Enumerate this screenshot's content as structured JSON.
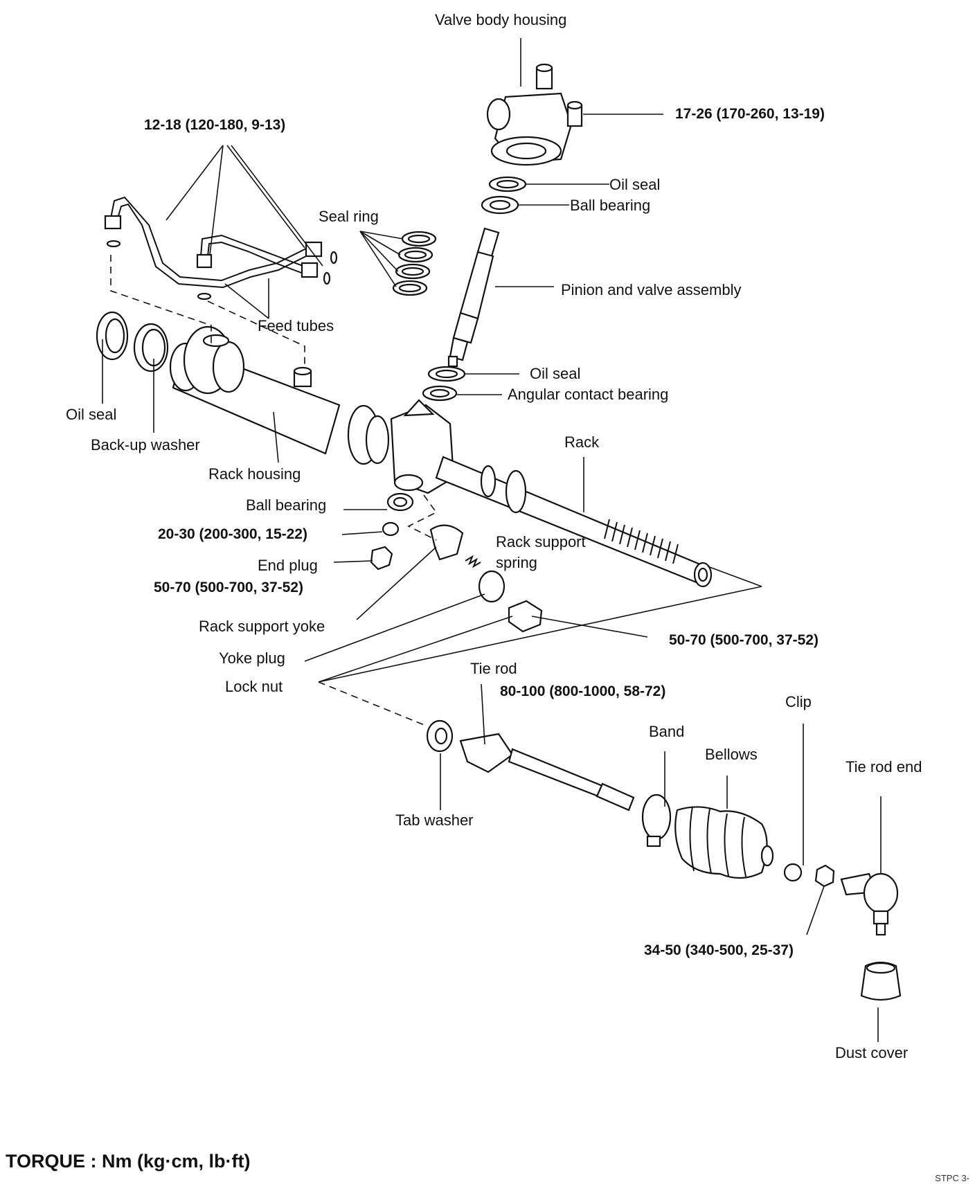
{
  "diagram": {
    "labels": {
      "valve_body_housing": "Valve body housing",
      "torque_valve_bolt": "17-26 (170-260, 13-19)",
      "torque_feed_tubes": "12-18 (120-180, 9-13)",
      "oil_seal_upper": "Oil seal",
      "ball_bearing_upper": "Ball bearing",
      "seal_ring": "Seal ring",
      "pinion_valve_assembly": "Pinion and valve assembly",
      "feed_tubes": "Feed tubes",
      "oil_seal_pinion": "Oil seal",
      "angular_contact_bearing": "Angular contact bearing",
      "oil_seal_left": "Oil seal",
      "backup_washer": "Back-up washer",
      "rack": "Rack",
      "rack_housing": "Rack housing",
      "ball_bearing_lower": "Ball bearing",
      "torque_nut_lower": "20-30 (200-300, 15-22)",
      "end_plug": "End plug",
      "torque_end_plug": "50-70 (500-700, 37-52)",
      "rack_support_spring_1": "Rack support",
      "rack_support_spring_2": "spring",
      "rack_support_yoke": "Rack support yoke",
      "torque_lock_nut": "50-70 (500-700, 37-52)",
      "yoke_plug": "Yoke plug",
      "lock_nut": "Lock nut",
      "tie_rod": "Tie rod",
      "torque_tie_rod": "80-100 (800-1000, 58-72)",
      "clip": "Clip",
      "band": "Band",
      "bellows": "Bellows",
      "tie_rod_end": "Tie rod end",
      "tab_washer": "Tab washer",
      "torque_tie_rod_end": "34-50 (340-500, 25-37)",
      "dust_cover": "Dust cover"
    }
  },
  "footer": {
    "torque_units": "TORQUE : Nm (kg·cm, lb·ft)",
    "figure_code": "STPC 3-"
  }
}
